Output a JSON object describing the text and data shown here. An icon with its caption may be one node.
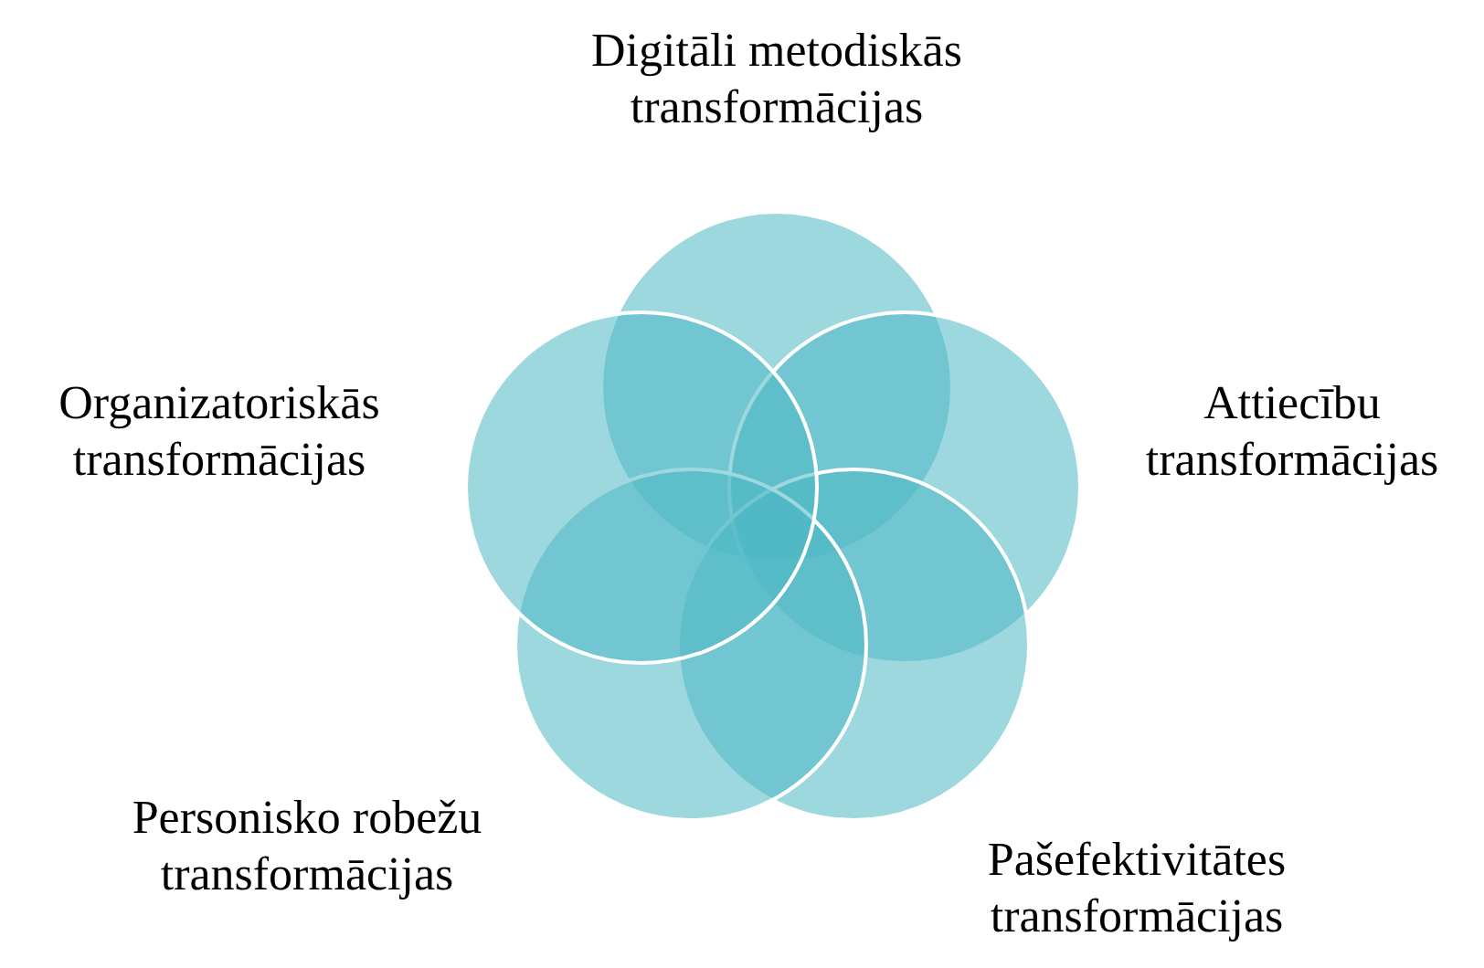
{
  "diagram": {
    "nodes": [
      {
        "text": [
          "Digitāli metodiskās transformācijas"
        ]
      },
      {
        "text": [
          "Organizatoriskās transformācijas"
        ]
      },
      {
        "text": [
          "Attiecību transformācijas"
        ]
      },
      {
        "text": [
          "Personisko robežu transformācijas"
        ]
      },
      {
        "text": [
          "Pašefektivitātes transformācijas"
        ]
      }
    ]
  }
}
